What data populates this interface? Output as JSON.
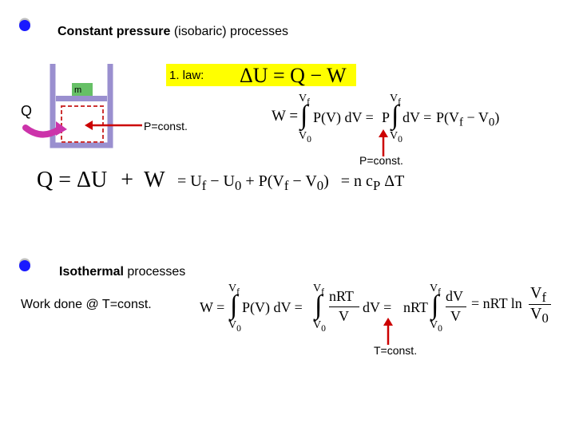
{
  "section1": {
    "title_bold": "Constant pressure",
    "title_rest": " (isobaric) processes",
    "piston_label": "m",
    "heat_label": "Q",
    "law_label": "1. law:",
    "law_eq": "ΔU = Q − W",
    "pconst_label_1": "P=const.",
    "pconst_label_2": "P=const.",
    "work_eq": {
      "lhs": "W =",
      "int1_upper": "V",
      "int1_upper_sub": "f",
      "int1_lower": "V",
      "int1_lower_sub": "0",
      "int1_body": "P(V) dV =",
      "p_factor": "P",
      "int2_body": "dV =",
      "result": "P(V",
      "result_sub_f": "f",
      "result_mid": " − V",
      "result_sub_0": "0",
      "result_end": ")"
    },
    "heat_eq": {
      "q": "Q",
      "eq1": "= ΔU",
      "plus": "+",
      "w": "W",
      "eq2": "= U",
      "sub_f": "f",
      "minus_u0": " − U",
      "sub_0": "0",
      "plus_p": " + P(V",
      "sub_f2": "f",
      "minus_v0": " − V",
      "sub_02": "0",
      "close": ")",
      "eq3": "= n c",
      "sub_p": "P",
      "dt": " ΔT"
    }
  },
  "section2": {
    "title_bold": "Isothermal",
    "title_rest": " processes",
    "work_label": "Work done @ T=const.",
    "tconst_label": "T=const.",
    "work_eq": {
      "lhs": "W =",
      "int_upper": "V",
      "int_upper_sub": "f",
      "int_lower": "V",
      "int_lower_sub": "0",
      "int1_body": "P(V) dV =",
      "frac1_num": "nRT",
      "frac1_den": "V",
      "dv_eq": "dV =",
      "nrt": "nRT",
      "frac2_num": "dV",
      "frac2_den": "V",
      "eq_nrtln": "= nRT ln",
      "frac3_num": "V",
      "frac3_num_sub": "f",
      "frac3_den": "V",
      "frac3_den_sub": "0"
    }
  },
  "colors": {
    "bullet": "#1a1aff",
    "highlight": "#ffff00",
    "arrow": "#cc0000",
    "piston": "#9a8fcf",
    "piston_mass": "#66c066",
    "gas_box": "#cc3333",
    "heat_arrow": "#cc33aa"
  }
}
